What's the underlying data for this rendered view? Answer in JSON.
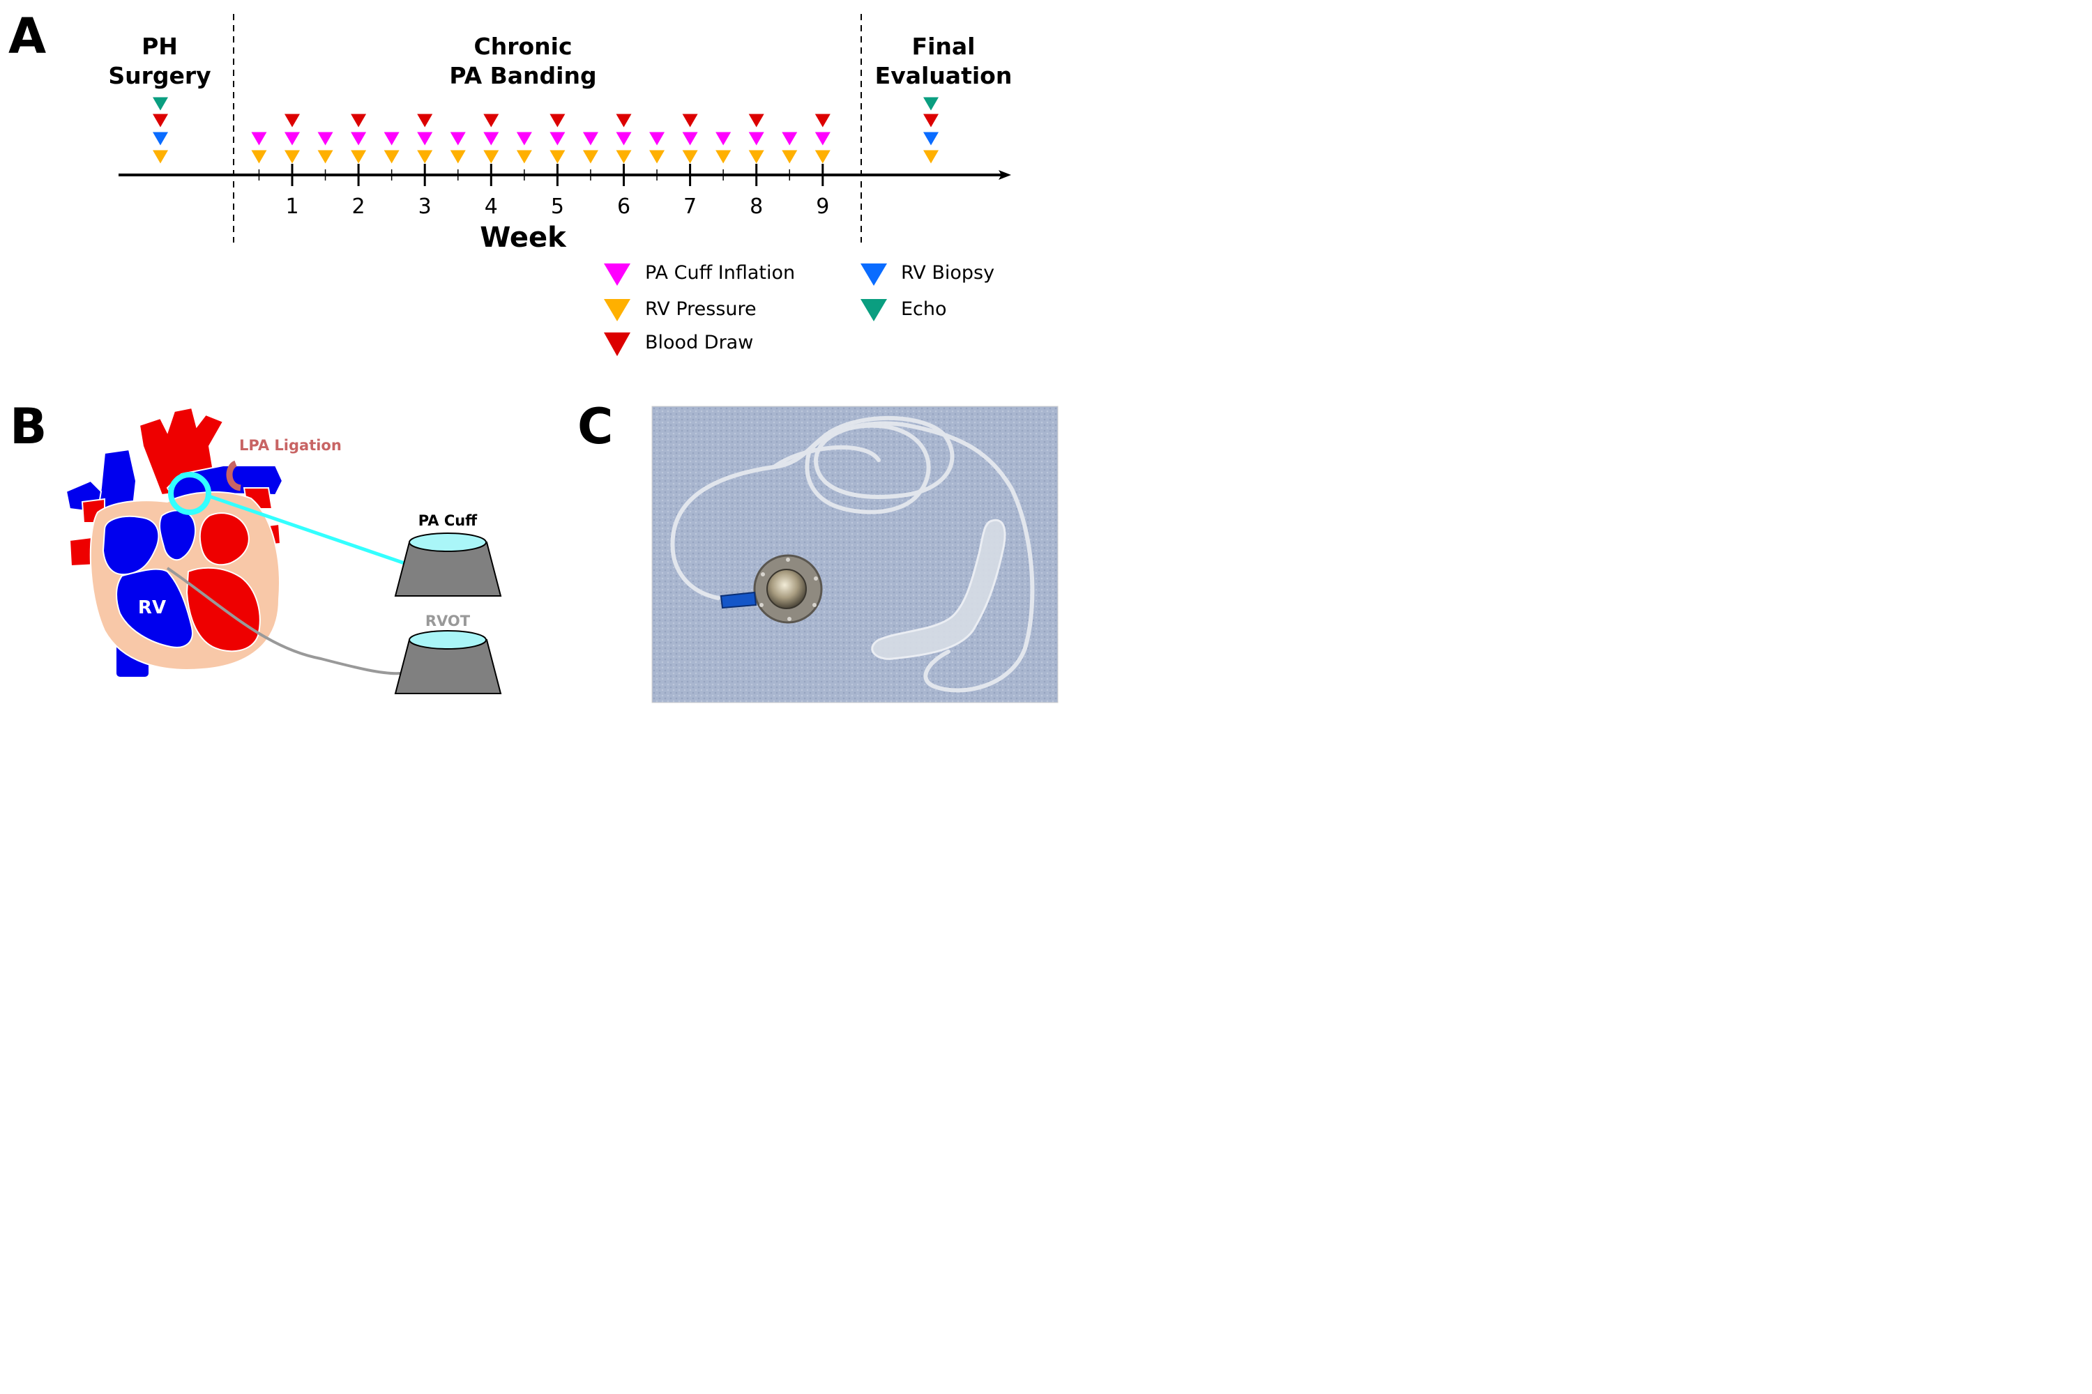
{
  "colors": {
    "cuff": "#ff00ff",
    "pressure": "#ffb000",
    "blood": "#dc0000",
    "biopsy": "#0a6cff",
    "echo": "#0a9e80",
    "lpa": "#c86464",
    "cuff_line": "#33ffff",
    "rvot_line": "#999999",
    "reservoir": "#808080",
    "reservoir_top": "#aaf6f8",
    "myocardium": "#f8c8a8",
    "venous": "#0000ee",
    "arterial": "#ee0000"
  },
  "panel_a": {
    "letter": "A",
    "phases": {
      "surgery": [
        "PH",
        "Surgery"
      ],
      "banding": [
        "Chronic",
        "PA Banding"
      ],
      "final": [
        "Final",
        "Evaluation"
      ]
    },
    "axis_title": "Week",
    "week_ticks": [
      "1",
      "2",
      "3",
      "4",
      "5",
      "6",
      "7",
      "8",
      "9"
    ],
    "events": {
      "surgery": [
        "echo",
        "blood",
        "biopsy",
        "pressure"
      ],
      "final": [
        "echo",
        "blood",
        "biopsy",
        "pressure"
      ],
      "cuff_inflation_weeks": [
        0.5,
        1,
        1.5,
        2,
        2.5,
        3,
        3.5,
        4,
        4.5,
        5,
        5.5,
        6,
        6.5,
        7,
        7.5,
        8,
        8.5,
        9
      ],
      "rv_pressure_weeks": [
        0.5,
        1,
        1.5,
        2,
        2.5,
        3,
        3.5,
        4,
        4.5,
        5,
        5.5,
        6,
        6.5,
        7,
        7.5,
        8,
        8.5,
        9
      ],
      "blood_draw_weeks": [
        1,
        2,
        3,
        4,
        5,
        6,
        7,
        8,
        9
      ]
    },
    "legend": {
      "cuff": "PA Cuff Inflation",
      "pressure": "RV Pressure",
      "blood": "Blood Draw",
      "biopsy": "RV Biopsy",
      "echo": "Echo"
    }
  },
  "panel_b": {
    "letter": "B",
    "lpa_label": "LPA Ligation",
    "rv_label": "RV",
    "pa_cuff_label": "PA Cuff",
    "rvot_label": "RVOT"
  },
  "panel_c": {
    "letter": "C",
    "photo_desc_icon": "implant-device-photo"
  }
}
